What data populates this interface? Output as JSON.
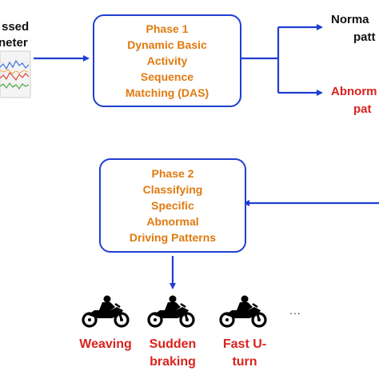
{
  "left_input": {
    "line1": "ssed",
    "line2": "neter"
  },
  "phase1": {
    "lines": [
      "Phase 1",
      "Dynamic Basic",
      "Activity",
      "Sequence",
      "Matching (DAS)"
    ]
  },
  "phase2": {
    "lines": [
      "Phase 2",
      "Classifying",
      "Specific",
      "Abnormal",
      "Driving Patterns"
    ]
  },
  "outputs": {
    "normal_line1": "Norma",
    "normal_line2": "patt",
    "abnormal_line1": "Abnorm",
    "abnormal_line2": "pat"
  },
  "patterns": [
    {
      "line1": "Weaving",
      "line2": ""
    },
    {
      "line1": "Sudden",
      "line2": "braking"
    },
    {
      "line1": "Fast U-",
      "line2": "turn"
    }
  ],
  "ellipsis": "...",
  "colors": {
    "arrow": "#1f3fd1",
    "phase_text": "#e07a10",
    "abnormal": "#d9231e",
    "normal": "#111111"
  },
  "icons": [
    "motorcycle-rider-icon",
    "motorcycle-rider-icon",
    "motorcycle-rider-icon"
  ]
}
